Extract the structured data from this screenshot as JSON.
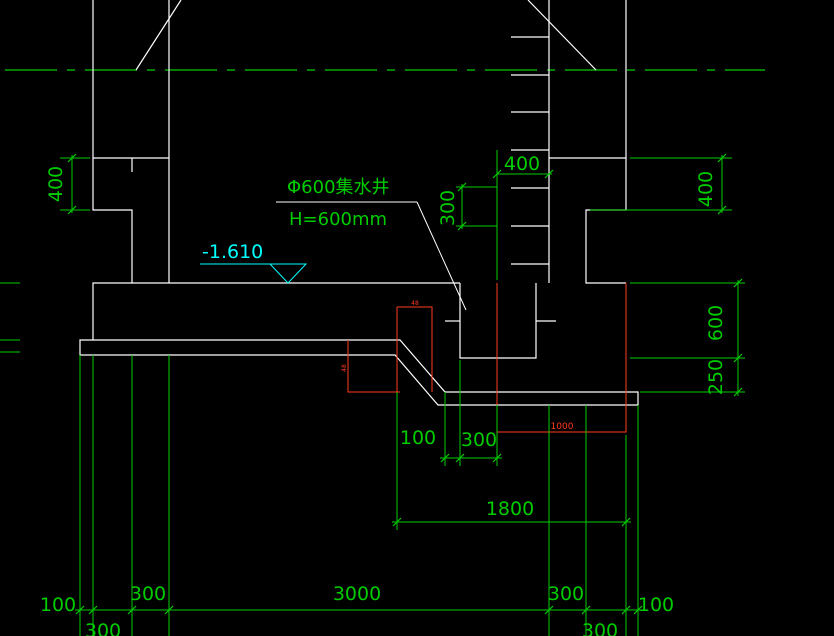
{
  "colors": {
    "background": "#000000",
    "outline": "#ffffff",
    "dimension": "#00cc00",
    "annotation": "#00cc00",
    "elevation": "#00ffff",
    "redline": "#ff3b1f"
  },
  "annotations": {
    "sump_title": "Φ600集水井",
    "sump_depth": "H=600mm",
    "elevation": "-1.610"
  },
  "dims": {
    "d400_left": "400",
    "d400_top": "400",
    "d400_right": "400",
    "d300_sump": "300",
    "d600": "600",
    "d250": "250",
    "d100_mid": "100",
    "d300_mid": "300",
    "d1800": "1800",
    "d100_bl": "100",
    "d300_bl": "300",
    "d3000": "3000",
    "d300_br": "300",
    "d100_br": "100",
    "d300_bottom_left": "300",
    "d300_bottom_right": "300",
    "red_top": "48",
    "red_side": "48",
    "red_bottom": "1000"
  }
}
